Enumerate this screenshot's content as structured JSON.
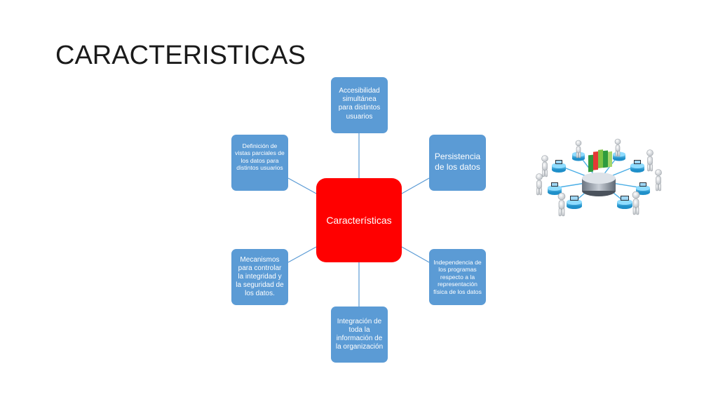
{
  "slide": {
    "title": "CARACTERISTICAS"
  },
  "diagram": {
    "center_label": "Características",
    "nodes": {
      "top": "Accesibilidad simultánea para distintos usuarios",
      "top_right": "Persistencia de los datos",
      "bottom_right": "Independencia de los programas respecto a la representación física de los datos",
      "bottom": "Integración de toda la información de la organización",
      "bottom_left": "Mecanismos para controlar la integridad y la seguridad de los datos.",
      "top_left": "Definición de vistas parciales de los datos para distintos usuarios"
    }
  },
  "colors": {
    "center_fill": "#ff0000",
    "node_fill": "#5b9bd5",
    "connector": "#5b9bd5"
  },
  "illustration": {
    "icon": "database-network-users-icon"
  }
}
